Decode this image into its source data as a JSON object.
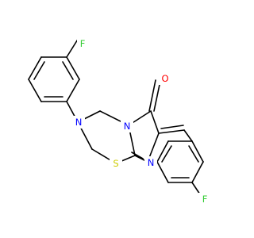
{
  "structure": {
    "kind": "chemical-structure",
    "atom_labels": {
      "F_top": "F",
      "N_ring": "N",
      "N_bridge": "N",
      "O_carbonyl": "O",
      "S_ring": "S",
      "N_imine": "N",
      "F_bottom": "F"
    },
    "colors": {
      "bond": "#000000",
      "fluorine": "#33cc33",
      "nitrogen": "#0000ff",
      "oxygen": "#ff0000",
      "sulfur": "#cccc00"
    }
  }
}
